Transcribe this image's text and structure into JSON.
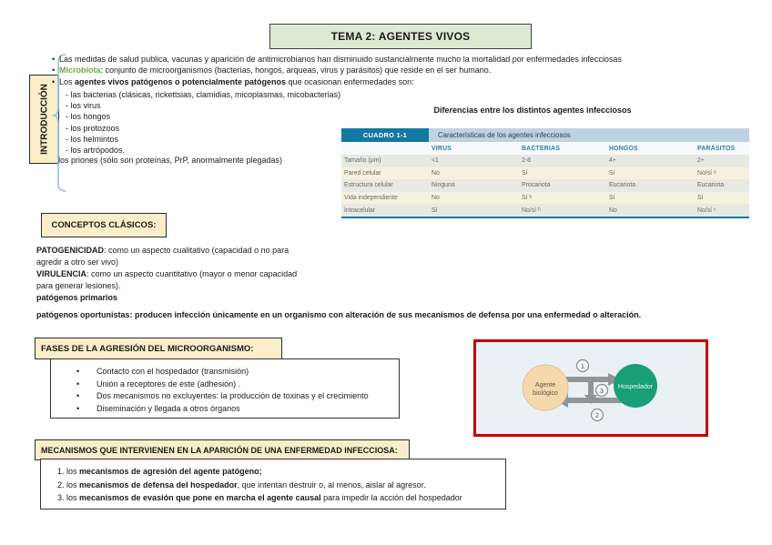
{
  "page": {
    "title": "TEMA 2: AGENTES VIVOS"
  },
  "intro": {
    "label": "INTRODUCCIÓN",
    "bullet1": "Las medidas de salud publica, vacunas y aparición de antimicrobianos han disminuido sustancialmente mucho la mortalidad por enfermedades infecciosas",
    "bullet2_term": "Microbiota",
    "bullet2_rest": ": conjunto de microorganismos (bacterias, hongos, arqueas, virus y parásitos) que reside en el ser humano.",
    "bullet3_pre": "Los ",
    "bullet3_bold": "agentes vivos patógenos o potencialmente patógenos",
    "bullet3_post": " que ocasionan enfermedades son:",
    "sub_items": [
      "- las bacterias (clásicas, rickettsias, clamidias, micoplasmas, micobacterias)",
      "- los virus",
      "- los hongos",
      "- los protozoos",
      "- los helmintos",
      "- los artrópodos."
    ],
    "priones": "los priones (sólo son proteínas, PrP, anormalmente plegadas)"
  },
  "table": {
    "caption": "Diferencias entre los distintos agentes infecciosos",
    "cuadro": "CUADRO 1-1",
    "heading": "Características de los agentes infecciosos",
    "columns": [
      "VIRUS",
      "BACTERIAS",
      "HONGOS",
      "PARÁSITOS"
    ],
    "rows": [
      {
        "label": "Tamaño (μm)",
        "values": [
          "<1",
          "2-8",
          "4+",
          "2+"
        ]
      },
      {
        "label": "Pared celular",
        "values": [
          "No",
          "Sí",
          "Sí",
          "No/sí ᵃ"
        ]
      },
      {
        "label": "Estructura celular",
        "values": [
          "Ninguna",
          "Procariota",
          "Eucariota",
          "Eucariota"
        ]
      },
      {
        "label": "Vida independiente",
        "values": [
          "No",
          "Sí ᵇ",
          "Sí",
          "Sí"
        ]
      },
      {
        "label": "Intracelular",
        "values": [
          "Sí",
          "No/sí ᵇ",
          "No",
          "No/sí ᶜ"
        ]
      }
    ]
  },
  "concepts": {
    "header": "CONCEPTOS CLÁSICOS:",
    "lines": [
      {
        "b": "PATOGENICIDAD",
        "r": ": como un aspecto cualitativo (capacidad o no para"
      },
      {
        "b": "",
        "r": "agredir a otro ser vivo)"
      },
      {
        "b": "VIRULENCIA",
        "r": ": como un aspecto cuantitativo (mayor o menor capacidad"
      },
      {
        "b": "",
        "r": "para generar lesiones)."
      },
      {
        "b": "patógenos primarios",
        "r": ""
      }
    ],
    "oportunistas": "patógenos oportunistas: producen infección únicamente en un organismo con alteración de sus mecanismos de defensa por una enfermedad o alteración."
  },
  "fases": {
    "header": "FASES DE LA AGRESIÓN DEL MICROORGANISMO:",
    "items": [
      "Contacto con el hospedador (transmisión)",
      "Unión a receptores de este (adhesión) .",
      "Dos mecanismos no excluyentes: la producción de toxinas y el crecimiento",
      "Diseminación y llegada a otros órganos"
    ]
  },
  "diagram": {
    "agent_line1": "Agente",
    "agent_line2": "biológico",
    "host_label": "Hospedador",
    "n1": "1",
    "n2": "2",
    "n3": "3"
  },
  "mecanismos": {
    "header": "MECANISMOS  QUE INTERVIENEN EN LA APARICIÓN DE UNA ENFERMEDAD INFECCIOSA:",
    "items": [
      {
        "pre": "1. los ",
        "b": "mecanismos de agresión del agente patógeno;",
        "post": ""
      },
      {
        "pre": "2. los ",
        "b": "mecanismos de defensa del hospedador",
        "post": ", que intentan destruir o, al menos, aislar al agresor."
      },
      {
        "pre": "3. los ",
        "b": "mecanismos de evasión que pone en marcha el agente causal",
        "post": " para impedir la acción del hospedador"
      }
    ]
  },
  "colors": {
    "title_box_green": "#dcead3",
    "label_box_tan": "#f9eec9",
    "microbiota_green": "#6fae44",
    "table_header_bg": "#1578a0",
    "table_band_blue": "#bdd3e3",
    "table_row_gray": "#e8e9e3",
    "table_row_cream": "#f7f1e1",
    "diagram_frame_red": "#c00000",
    "diagram_bg_blue": "#e9f1f5",
    "agent_circle": "#f5d8ac",
    "host_circle": "#189e78",
    "brace_blue": "#9dc3e6"
  }
}
